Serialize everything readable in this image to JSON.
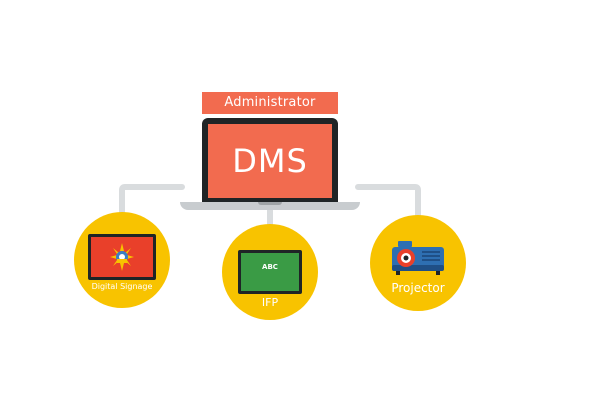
{
  "administrator_label": "Administrator",
  "central_label": "DMS",
  "nodes": [
    {
      "label": "Digital Signage",
      "icon": "digital-signage-icon"
    },
    {
      "label": "IFP",
      "icon": "interactive-flat-panel-icon",
      "screen_text": "ABC"
    },
    {
      "label": "Projector",
      "icon": "projector-icon"
    }
  ],
  "colors": {
    "accent": "#f26b4f",
    "node": "#f8c300",
    "connector": "#d9dcde",
    "laptop_frame": "#1f2426",
    "ifp_board": "#3a9b45",
    "signage_screen": "#e9402a",
    "projector_body": "#2e6fb2"
  }
}
